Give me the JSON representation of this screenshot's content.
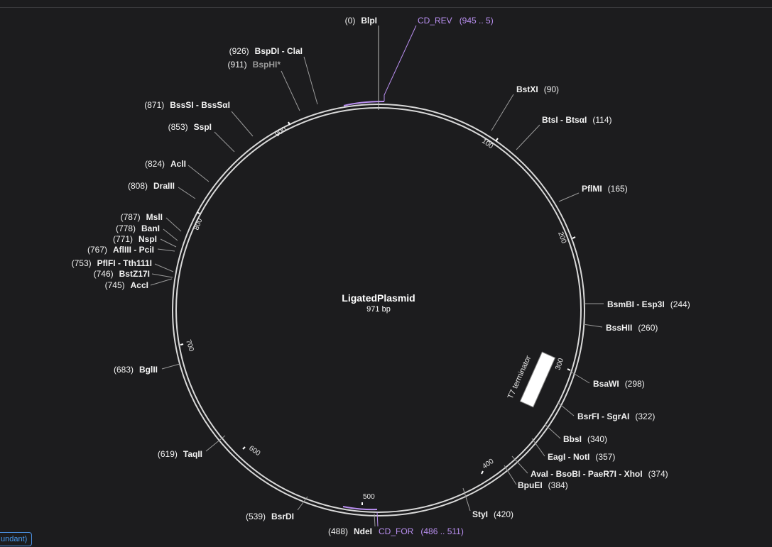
{
  "plasmid": {
    "name": "LigatedPlasmid",
    "length_label": "971 bp",
    "length": 971
  },
  "sites": [
    {
      "pos": "(0)",
      "name": "BlpI"
    },
    {
      "pos": "(90)",
      "name": "BstXI"
    },
    {
      "pos": "(114)",
      "name": "BtsI - BtsαI"
    },
    {
      "pos": "(165)",
      "name": "PflMI"
    },
    {
      "pos": "(244)",
      "name": "BsmBI - Esp3I"
    },
    {
      "pos": "(260)",
      "name": "BssHII"
    },
    {
      "pos": "(298)",
      "name": "BsaWI"
    },
    {
      "pos": "(322)",
      "name": "BsrFI - SgrAI"
    },
    {
      "pos": "(340)",
      "name": "BbsI"
    },
    {
      "pos": "(357)",
      "name": "EagI - NotI"
    },
    {
      "pos": "(374)",
      "name": "AvaI - BsoBI - PaeR7I - XhoI"
    },
    {
      "pos": "(384)",
      "name": "BpuEI"
    },
    {
      "pos": "(420)",
      "name": "StyI"
    },
    {
      "pos": "(488)",
      "name": "NdeI"
    },
    {
      "pos": "(539)",
      "name": "BsrDI"
    },
    {
      "pos": "(619)",
      "name": "TaqII"
    },
    {
      "pos": "(683)",
      "name": "BglII"
    },
    {
      "pos": "(745)",
      "name": "AccI"
    },
    {
      "pos": "(746)",
      "name": "BstZ17I"
    },
    {
      "pos": "(753)",
      "name": "PflFI - Tth111I"
    },
    {
      "pos": "(767)",
      "name": "AflIII - PciI"
    },
    {
      "pos": "(771)",
      "name": "NspI"
    },
    {
      "pos": "(778)",
      "name": "BanI"
    },
    {
      "pos": "(787)",
      "name": "MslI"
    },
    {
      "pos": "(808)",
      "name": "DraIII"
    },
    {
      "pos": "(824)",
      "name": "AclI"
    },
    {
      "pos": "(853)",
      "name": "SspI"
    },
    {
      "pos": "(871)",
      "name": "BssSI - BssSαI"
    },
    {
      "pos": "(911)",
      "name": "BspHI*"
    },
    {
      "pos": "(926)",
      "name": "BspDI - ClaI"
    }
  ],
  "primers": [
    {
      "name": "CD_REV",
      "range": "(945 .. 5)"
    },
    {
      "name": "CD_FOR",
      "range": "(486 .. 511)"
    }
  ],
  "feature": {
    "name": "T7 terminator"
  },
  "ticks": [
    "100",
    "200",
    "300",
    "400",
    "500",
    "600",
    "700",
    "800",
    "900"
  ],
  "badge": "undant)",
  "colors": {
    "background": "#1c1c1e",
    "primer": "#b98ff0",
    "ring": "#d8d8d8",
    "text": "#f2f2f2"
  }
}
